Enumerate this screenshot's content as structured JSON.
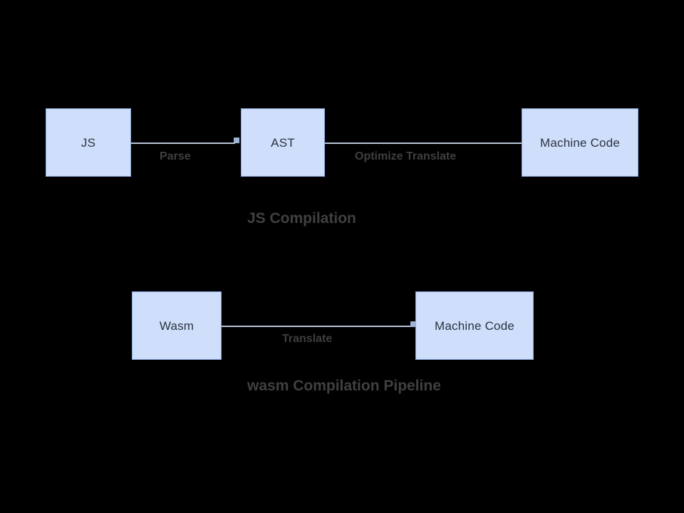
{
  "diagram": {
    "type": "flow",
    "background_color": "#000000",
    "node_fill_color": "#cfdefa",
    "node_border_color": "#8aa8dd",
    "edge_line_color": "#b8c4d8",
    "edge_label_color": "#3f3f3f",
    "caption_color": "#404040",
    "rows": [
      {
        "id": "js-pipeline",
        "caption": "JS Compilation",
        "nodes": [
          {
            "id": "js",
            "label": "JS"
          },
          {
            "id": "ast",
            "label": "AST"
          },
          {
            "id": "machine-code-1",
            "label": "Machine Code"
          }
        ],
        "edges": [
          {
            "id": "js-to-ast",
            "from": "js",
            "to": "ast",
            "label": "Parse"
          },
          {
            "id": "ast-to-machine",
            "from": "ast",
            "to": "machine-code-1",
            "label": "Optimize Translate"
          }
        ]
      },
      {
        "id": "wasm-pipeline",
        "caption": "wasm Compilation Pipeline",
        "nodes": [
          {
            "id": "wasm",
            "label": "Wasm"
          },
          {
            "id": "machine-code-2",
            "label": "Machine Code"
          }
        ],
        "edges": [
          {
            "id": "wasm-to-machine",
            "from": "wasm",
            "to": "machine-code-2",
            "label": "Translate"
          }
        ]
      }
    ]
  }
}
